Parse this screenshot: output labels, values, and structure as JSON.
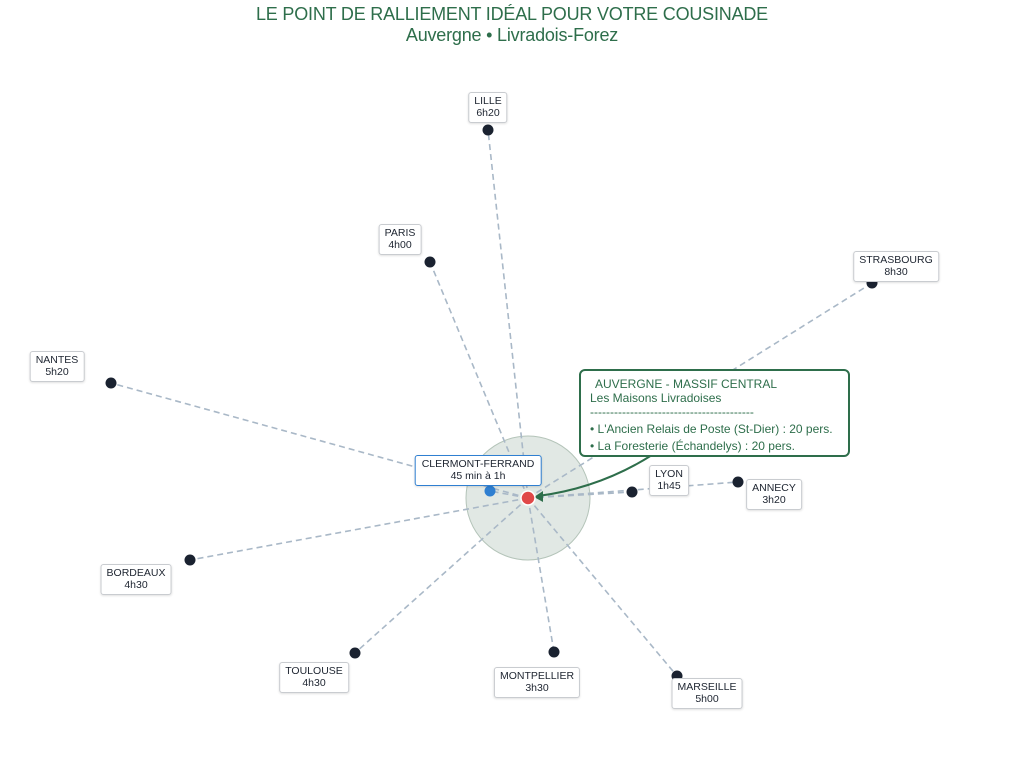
{
  "title": {
    "line1": "LE POINT DE RALLIEMENT IDÉAL POUR VOTRE COUSINADE",
    "line2": "Auvergne • Livradois-Forez"
  },
  "colors": {
    "accent_green": "#2e6e4b",
    "city_dot": "#1a2230",
    "route_line": "#a9b8c7",
    "center_dot": "#e04848",
    "highlight_blue": "#2f7fd1",
    "zone_fill": "#c9d6cd"
  },
  "center": {
    "name": "AUVERGNE - MASSIF CENTRAL"
  },
  "info_box": {
    "title": "AUVERGNE - MASSIF CENTRAL",
    "subtitle": "Les Maisons Livradoises",
    "separator": "-----------------------------------------",
    "items": [
      "• L'Ancien Relais de Poste (St-Dier) : 20 pers.",
      "• La Foresterie (Échandelys) : 20 pers."
    ]
  },
  "cities": [
    {
      "key": "lille",
      "name": "LILLE",
      "time": "6h20"
    },
    {
      "key": "paris",
      "name": "PARIS",
      "time": "4h00"
    },
    {
      "key": "strasbourg",
      "name": "STRASBOURG",
      "time": "8h30"
    },
    {
      "key": "nantes",
      "name": "NANTES",
      "time": "5h20"
    },
    {
      "key": "clermont",
      "name": "CLERMONT-FERRAND",
      "time": "45 min à 1h"
    },
    {
      "key": "lyon",
      "name": "LYON",
      "time": "1h45"
    },
    {
      "key": "annecy",
      "name": "ANNECY",
      "time": "3h20"
    },
    {
      "key": "bordeaux",
      "name": "BORDEAUX",
      "time": "4h30"
    },
    {
      "key": "toulouse",
      "name": "TOULOUSE",
      "time": "4h30"
    },
    {
      "key": "montpellier",
      "name": "MONTPELLIER",
      "time": "3h30"
    },
    {
      "key": "marseille",
      "name": "MARSEILLE",
      "time": "5h00"
    }
  ]
}
